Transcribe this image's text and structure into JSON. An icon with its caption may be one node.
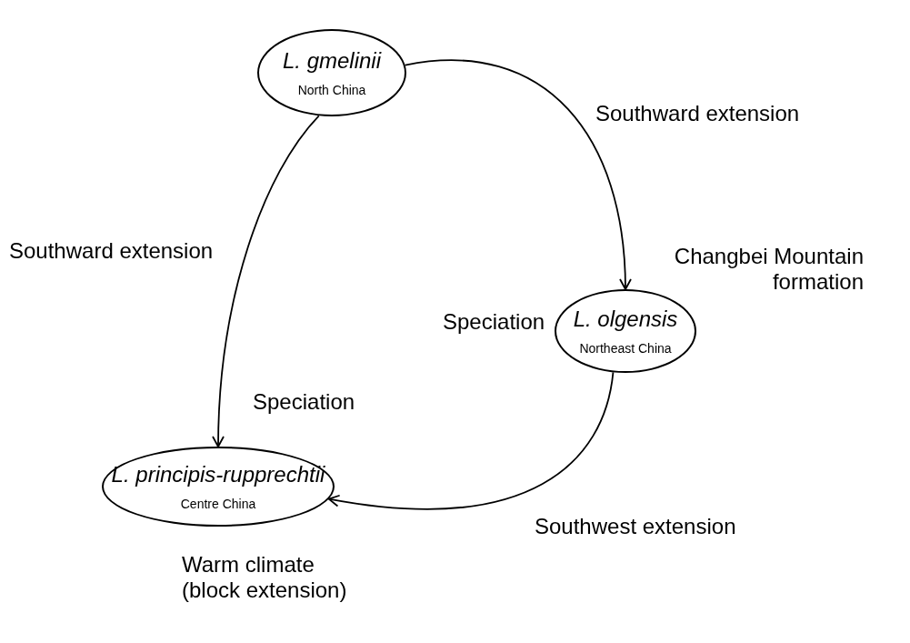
{
  "diagram": {
    "nodes": [
      {
        "text": [
          "L. gmelinii",
          "North China"
        ]
      },
      {
        "text": [
          "L. olgensis",
          "Northeast China"
        ]
      },
      {
        "text": [
          "L. principis-rupprechtii",
          "Centre China"
        ],
        "beside": [
          "Warm climate (block extension)"
        ]
      }
    ],
    "edges": [
      {
        "from": 0,
        "to": 1,
        "arrow": "to",
        "label": "Southward extension"
      },
      {
        "from": 0,
        "to": 2,
        "arrow": "to",
        "label": "Southward extension"
      },
      {
        "from": 1,
        "to": 2,
        "arrow": "to",
        "label": "Southwest extension"
      }
    ],
    "labels": [
      "Changbei Mountain formation",
      "Speciation",
      "Speciation"
    ]
  }
}
